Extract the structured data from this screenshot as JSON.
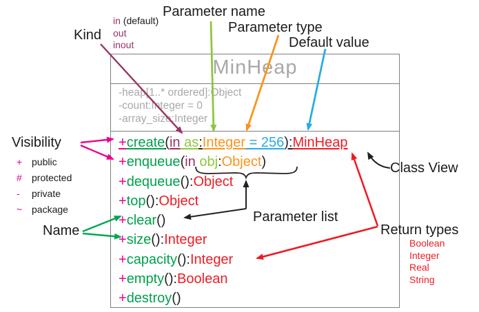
{
  "colors": {
    "magenta": "#EC008C",
    "purple": "#993366",
    "lime": "#8DC63F",
    "orange": "#F7941D",
    "blue": "#29ABE2",
    "red": "#ED1C24",
    "method_green": "#00A14B",
    "arrow_green": "#00A651",
    "gray_text": "#A8A8A8",
    "border": "#7E7E7E"
  },
  "annotations": {
    "parameter_name": "Parameter name",
    "parameter_type": "Parameter type",
    "default_value": "Default value",
    "kind": "Kind",
    "kind_options": [
      {
        "text": "in",
        "note": " (default)"
      },
      {
        "text": "out",
        "note": ""
      },
      {
        "text": "inout",
        "note": ""
      }
    ],
    "visibility": "Visibility",
    "visibility_options": [
      {
        "symbol": "+",
        "label": "public"
      },
      {
        "symbol": "#",
        "label": "protected"
      },
      {
        "symbol": "-",
        "label": "private"
      },
      {
        "symbol": "~",
        "label": "package"
      }
    ],
    "name": "Name",
    "parameter_list": "Parameter list",
    "class_view": "Class View",
    "return_types": "Return types",
    "return_type_examples": [
      "Boolean",
      "Integer",
      "Real",
      "String"
    ]
  },
  "class_box": {
    "title": "MinHeap",
    "attributes": [
      "-heap[1..* ordered]:Object",
      "-count:Integer = 0",
      "-array_size:Integer"
    ],
    "methods": [
      {
        "underline": true,
        "segments": [
          {
            "t": "+",
            "k": "vis"
          },
          {
            "t": "create",
            "k": "name"
          },
          {
            "t": "(",
            "k": "punct"
          },
          {
            "t": "in",
            "k": "kind"
          },
          {
            "t": " as",
            "k": "pname"
          },
          {
            "t": ":",
            "k": "punct"
          },
          {
            "t": "Integer",
            "k": "ptype"
          },
          {
            "t": " = 256",
            "k": "default"
          },
          {
            "t": "):",
            "k": "punct"
          },
          {
            "t": "MinHeap",
            "k": "rtype"
          }
        ]
      },
      {
        "underline": false,
        "segments": [
          {
            "t": "+",
            "k": "vis"
          },
          {
            "t": "enqueue",
            "k": "name"
          },
          {
            "t": "(",
            "k": "punct"
          },
          {
            "t": "in",
            "k": "kind"
          },
          {
            "t": " obj",
            "k": "pname"
          },
          {
            "t": ":",
            "k": "punct"
          },
          {
            "t": "Object",
            "k": "ptype"
          },
          {
            "t": ")",
            "k": "punct"
          }
        ]
      },
      {
        "underline": false,
        "segments": [
          {
            "t": "+",
            "k": "vis"
          },
          {
            "t": "dequeue",
            "k": "name"
          },
          {
            "t": "():",
            "k": "punct"
          },
          {
            "t": "Object",
            "k": "rtype"
          }
        ]
      },
      {
        "underline": false,
        "segments": [
          {
            "t": "+",
            "k": "vis"
          },
          {
            "t": "top",
            "k": "name"
          },
          {
            "t": "():",
            "k": "punct"
          },
          {
            "t": "Object",
            "k": "rtype"
          }
        ]
      },
      {
        "underline": false,
        "segments": [
          {
            "t": "+",
            "k": "vis"
          },
          {
            "t": "clear",
            "k": "name"
          },
          {
            "t": "()",
            "k": "punct"
          }
        ]
      },
      {
        "underline": false,
        "segments": [
          {
            "t": "+",
            "k": "vis"
          },
          {
            "t": "size",
            "k": "name"
          },
          {
            "t": "():",
            "k": "punct"
          },
          {
            "t": "Integer",
            "k": "rtype"
          }
        ]
      },
      {
        "underline": false,
        "segments": [
          {
            "t": "+",
            "k": "vis"
          },
          {
            "t": "capacity",
            "k": "name"
          },
          {
            "t": "():",
            "k": "punct"
          },
          {
            "t": "Integer",
            "k": "rtype"
          }
        ]
      },
      {
        "underline": false,
        "segments": [
          {
            "t": "+",
            "k": "vis"
          },
          {
            "t": "empty",
            "k": "name"
          },
          {
            "t": "():",
            "k": "punct"
          },
          {
            "t": "Boolean",
            "k": "rtype"
          }
        ]
      },
      {
        "underline": false,
        "segments": [
          {
            "t": "+",
            "k": "vis"
          },
          {
            "t": "destroy",
            "k": "name"
          },
          {
            "t": "()",
            "k": "punct"
          }
        ]
      }
    ]
  }
}
